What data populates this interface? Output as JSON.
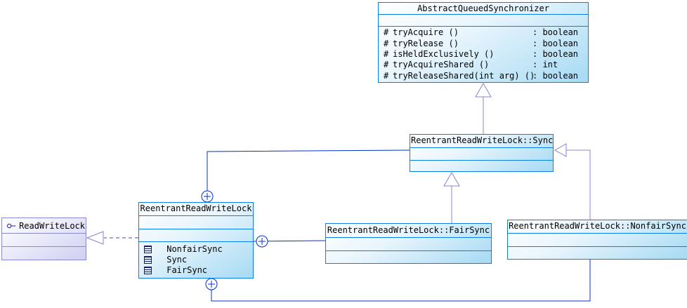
{
  "diagram": {
    "classes": {
      "aqs": {
        "title": "AbstractQueuedSynchronizer",
        "methods": [
          {
            "vis": "#",
            "name": "tryAcquire ()",
            "type": ": boolean"
          },
          {
            "vis": "#",
            "name": "tryRelease ()",
            "type": ": boolean"
          },
          {
            "vis": "#",
            "name": "isHeldExclusively ()",
            "type": ": boolean"
          },
          {
            "vis": "#",
            "name": "tryAcquireShared ()",
            "type": ": int"
          },
          {
            "vis": "#",
            "name": "tryReleaseShared(int arg) ()",
            "type": ": boolean"
          }
        ]
      },
      "sync": {
        "title": "ReentrantReadWriteLock::Sync"
      },
      "fairsync": {
        "title": "ReentrantReadWriteLock::FairSync"
      },
      "nonfairsync": {
        "title": "ReentrantReadWriteLock::NonfairSync"
      },
      "rrwl": {
        "title": "ReentrantReadWriteLock",
        "nested": [
          {
            "label": "NonfairSync"
          },
          {
            "label": "Sync"
          },
          {
            "label": "FairSync"
          }
        ]
      },
      "rwlock": {
        "title": "ReadWriteLock"
      }
    },
    "colors": {
      "class_border": "#0a7fe8",
      "class_fill_end": "#a6daf3",
      "interface_border": "#8a8ad0",
      "interface_fill_end": "#cfcff2",
      "generalization_line": "#8484d8",
      "containment_line": "#0030cc"
    }
  }
}
